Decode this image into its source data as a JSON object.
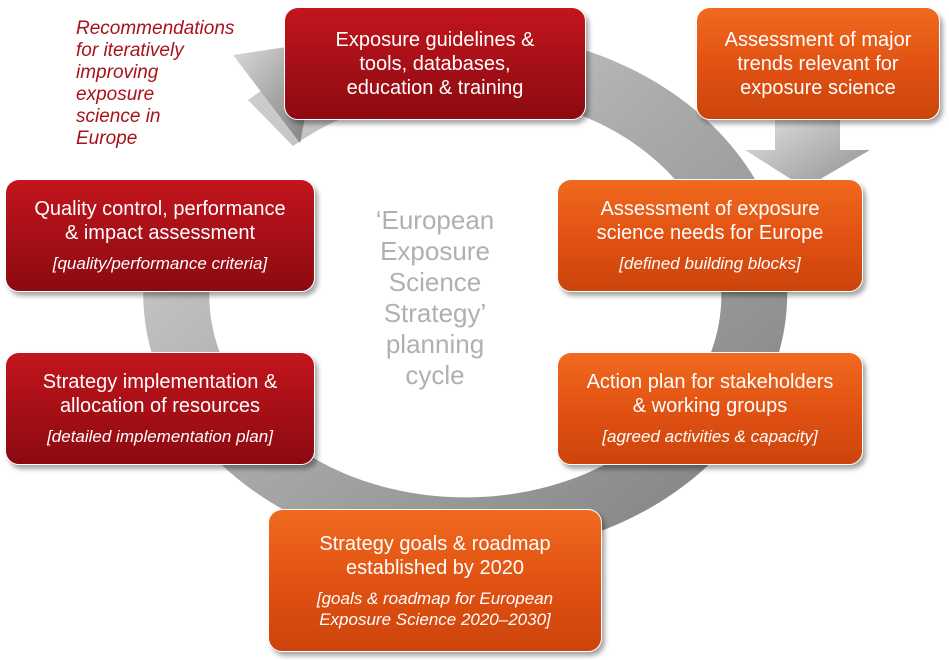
{
  "center_label": "‘European\nExposure\nScience\nStrategy’\nplanning\ncycle",
  "recommendations_note": "Recommendations\nfor iteratively\nimproving\nexposure\nscience in\nEurope",
  "boxes": {
    "exposure_guidelines": {
      "title": "Exposure guidelines &\ntools, databases,\neducation & training"
    },
    "major_trends": {
      "title": "Assessment of major\ntrends relevant for\nexposure science"
    },
    "needs_assessment": {
      "title": "Assessment of exposure\nscience needs for Europe",
      "subtitle": "[defined building blocks]"
    },
    "action_plan": {
      "title": "Action plan for stakeholders\n& working groups",
      "subtitle": "[agreed activities & capacity]"
    },
    "strategy_goals": {
      "title": "Strategy goals & roadmap\nestablished by 2020",
      "subtitle": "[goals & roadmap for European\nExposure Science 2020–2030]"
    },
    "implementation": {
      "title": "Strategy implementation &\nallocation of resources",
      "subtitle": "[detailed implementation plan]"
    },
    "quality_control": {
      "title": "Quality control, performance\n& impact assessment",
      "subtitle": "[quality/performance criteria]"
    }
  },
  "colors": {
    "dark_red": "#a40f16",
    "orange": "#e05012",
    "ring_gray": "#a9a9a9",
    "center_text": "#b0b0b0",
    "note_text": "#a8121a"
  }
}
